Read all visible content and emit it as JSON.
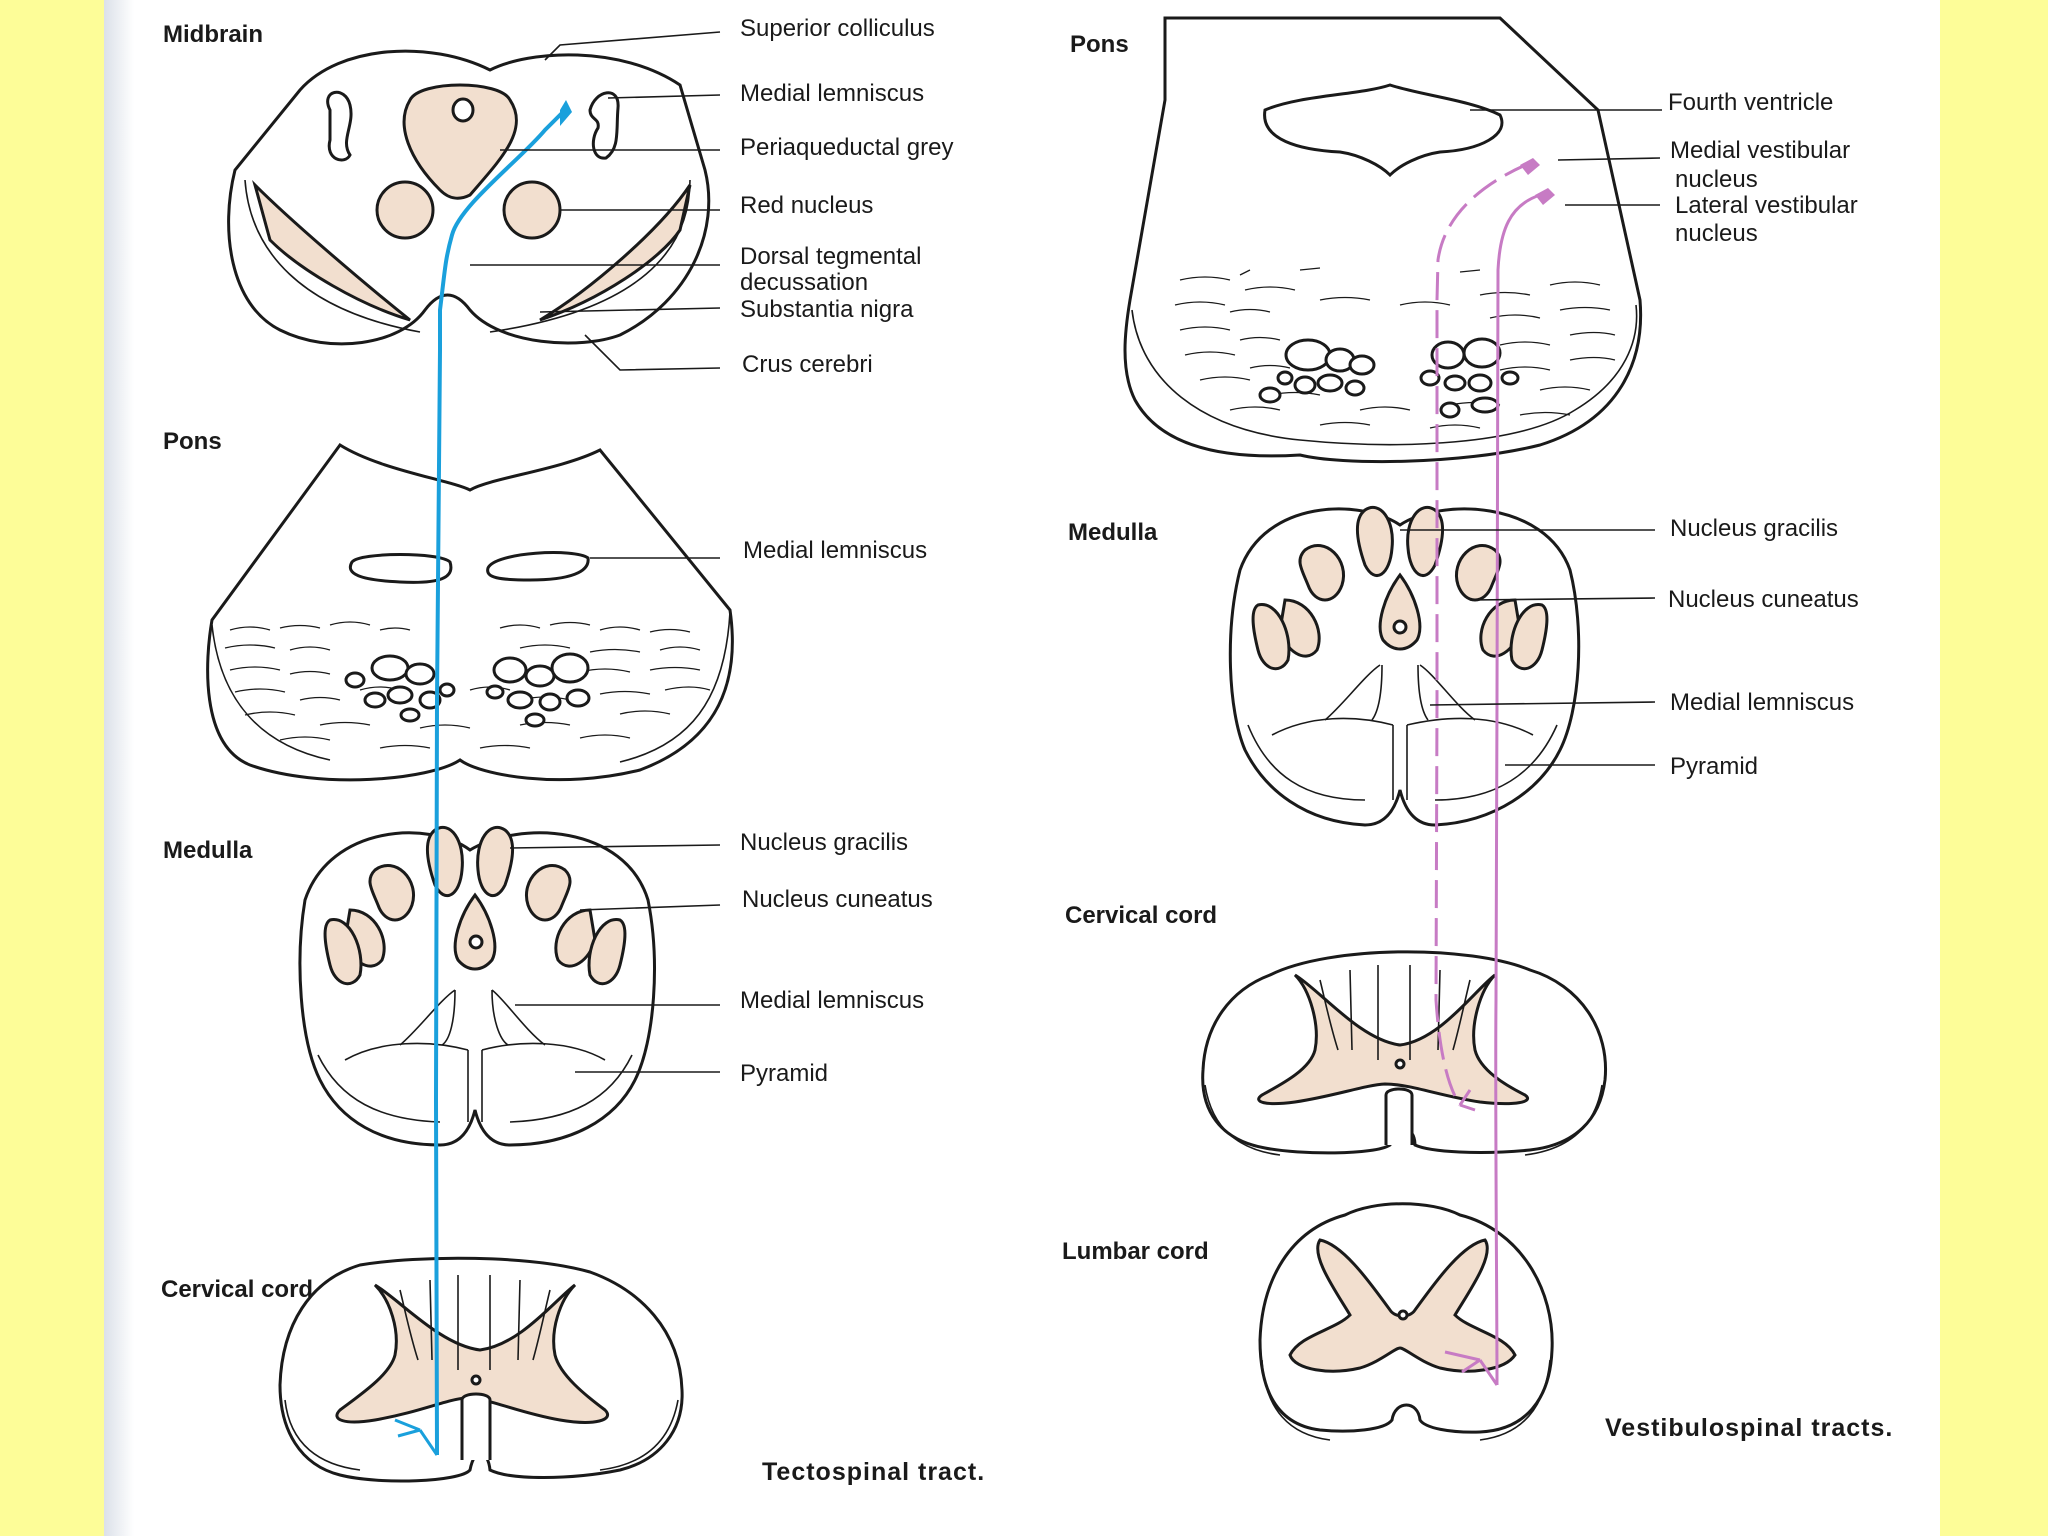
{
  "colors": {
    "background": "#fdfd98",
    "sheet": "#ffffff",
    "tissue": "#f2dfcf",
    "tectospinal_tract": "#1aa0dc",
    "vestibulospinal_tract": "#c77bc4"
  },
  "left_panel": {
    "caption": "Tectospinal tract.",
    "sections": {
      "midbrain": "Midbrain",
      "pons": "Pons",
      "medulla": "Medulla",
      "cervical": "Cervical cord"
    },
    "midbrain_labels": [
      "Superior colliculus",
      "Medial lemniscus",
      "Periaqueductal grey",
      "Red nucleus",
      "Dorsal tegmental",
      "decussation",
      "Substantia nigra",
      "Crus cerebri"
    ],
    "pons_labels": [
      "Medial lemniscus"
    ],
    "medulla_labels": [
      "Nucleus gracilis",
      "Nucleus cuneatus",
      "Medial lemniscus",
      "Pyramid"
    ]
  },
  "right_panel": {
    "caption": "Vestibulospinal tracts.",
    "sections": {
      "pons": "Pons",
      "medulla": "Medulla",
      "cervical": "Cervical cord",
      "lumbar": "Lumbar cord"
    },
    "pons_labels": [
      "Fourth ventricle",
      "Medial vestibular",
      "nucleus",
      "Lateral vestibular",
      "nucleus"
    ],
    "medulla_labels": [
      "Nucleus gracilis",
      "Nucleus cuneatus",
      "Medial lemniscus",
      "Pyramid"
    ]
  }
}
